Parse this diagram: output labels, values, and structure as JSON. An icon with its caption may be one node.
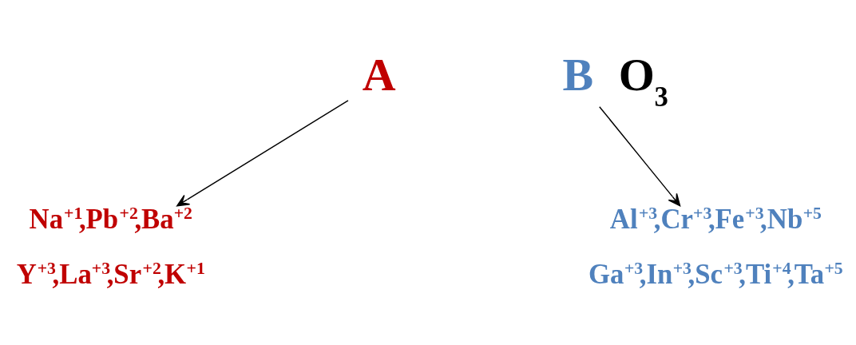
{
  "diagram": {
    "nodes": [
      {
        "text": [
          "A"
        ]
      },
      {
        "text": [
          "B"
        ]
      },
      {
        "text": [
          "Na$^{+1}$,Pb$^{+2}$,Ba$^{+2}$",
          "Y$^{+3}$,La$^{+3}$,Sr$^{+2}$,K$^{+1}$"
        ]
      },
      {
        "text": [
          "Al$^{+3}$,Cr$^{+3}$,Fe$^{+3}$,Nb$^{+5}$",
          "Ga$^{+3}$,In$^{+3}$,Sc$^{+3}$,Ti$^{+4}$,Ta$^{+5}$"
        ]
      }
    ],
    "edges": [
      {
        "from": 0,
        "to": 2,
        "arrow": "to"
      },
      {
        "from": 1,
        "to": 3,
        "arrow": "to"
      }
    ],
    "labels": [
      "O$_{3}$"
    ]
  }
}
